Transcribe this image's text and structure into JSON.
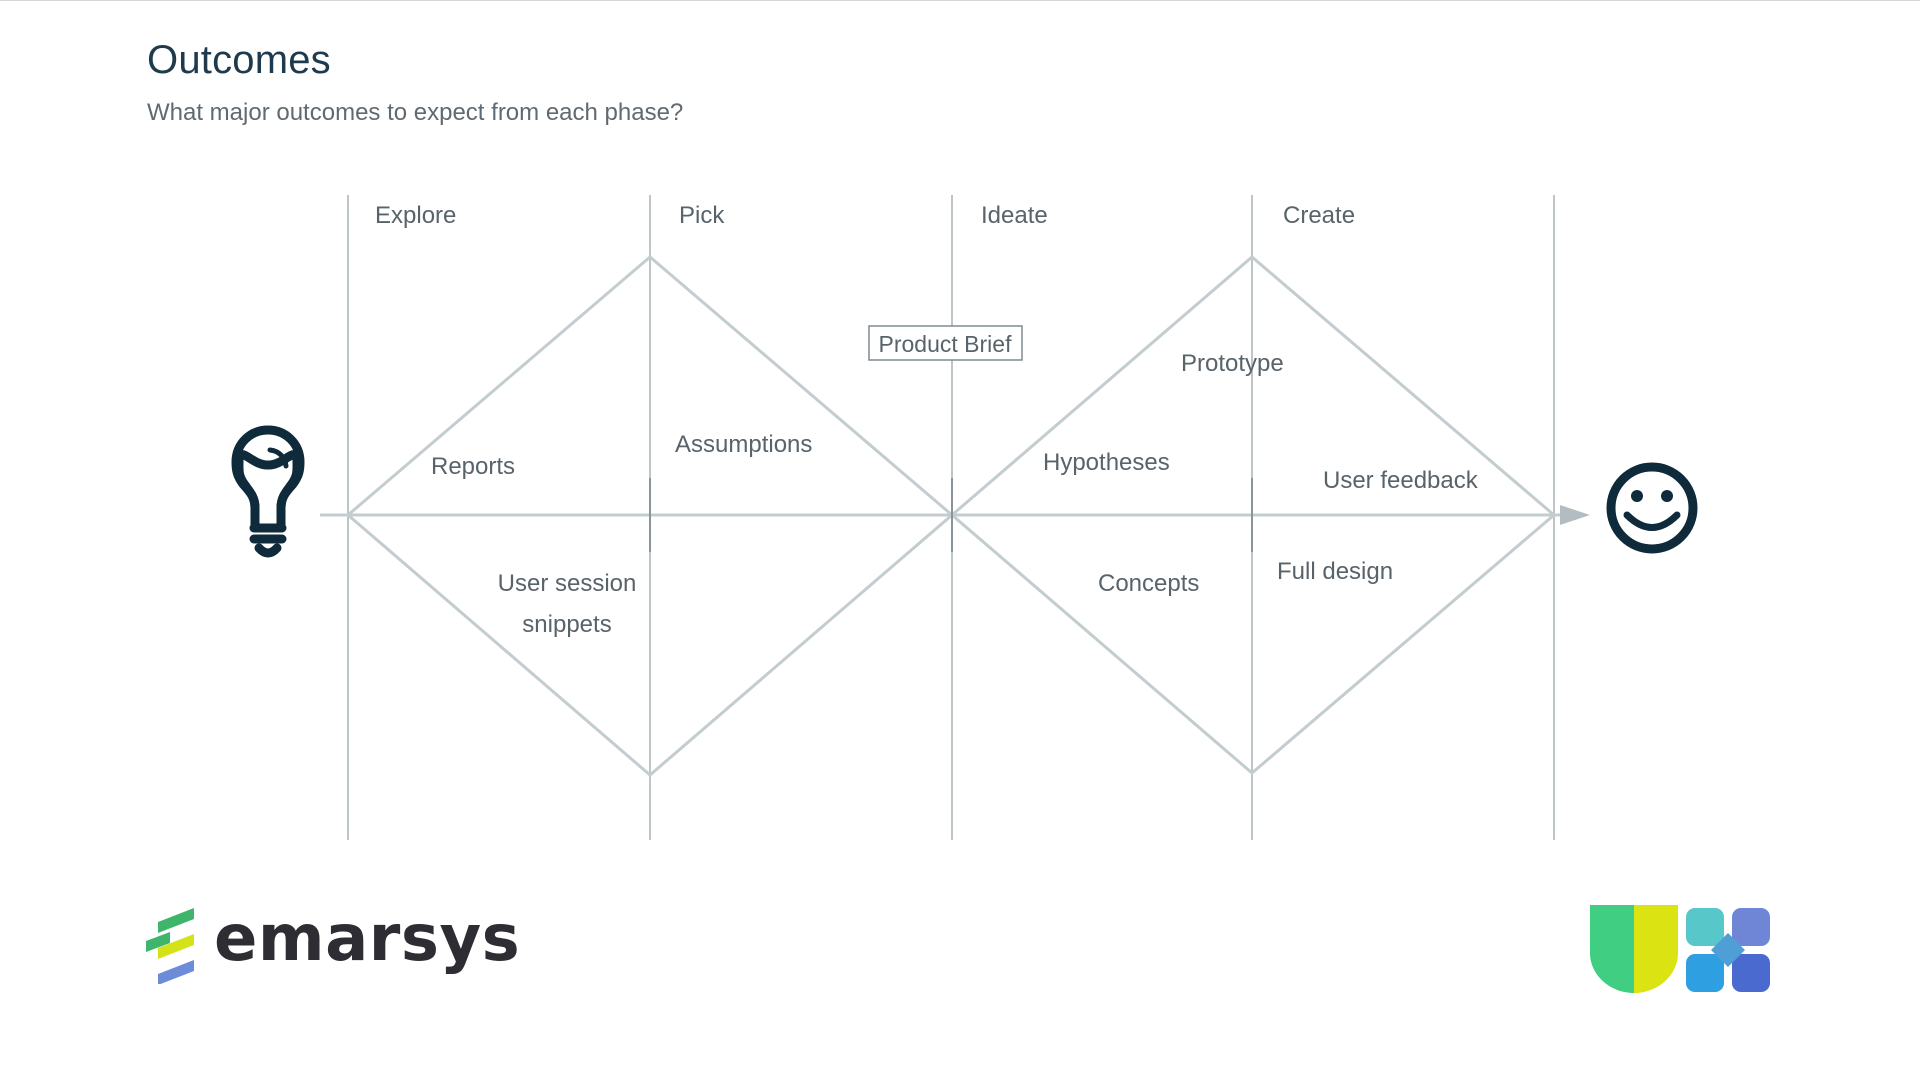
{
  "header": {
    "title": "Outcomes",
    "subtitle": "What major outcomes to expect from each phase?"
  },
  "diagram": {
    "phases": [
      "Explore",
      "Pick",
      "Ideate",
      "Create"
    ],
    "outcomes": {
      "reports": "Reports",
      "user_session_1": "User session",
      "user_session_2": "snippets",
      "assumptions": "Assumptions",
      "product_brief": "Product Brief",
      "hypotheses": "Hypotheses",
      "concepts": "Concepts",
      "prototype": "Prototype",
      "user_feedback": "User feedback",
      "full_design": "Full design"
    },
    "start_icon": "lightbulb-icon",
    "end_icon": "smiley-icon",
    "line_color": "#c3cccf",
    "divider_color": "#a9b2b7",
    "icon_color": "#0f2a3a"
  },
  "footer": {
    "brand": "emarsys",
    "brand_colors": [
      "#3fb56c",
      "#d4e21a",
      "#6c8bd8"
    ],
    "ux_logo_colors": [
      "#3fce82",
      "#dce312",
      "#58c7c9",
      "#6f86d7",
      "#2e9fe0",
      "#4a6ad0"
    ]
  }
}
